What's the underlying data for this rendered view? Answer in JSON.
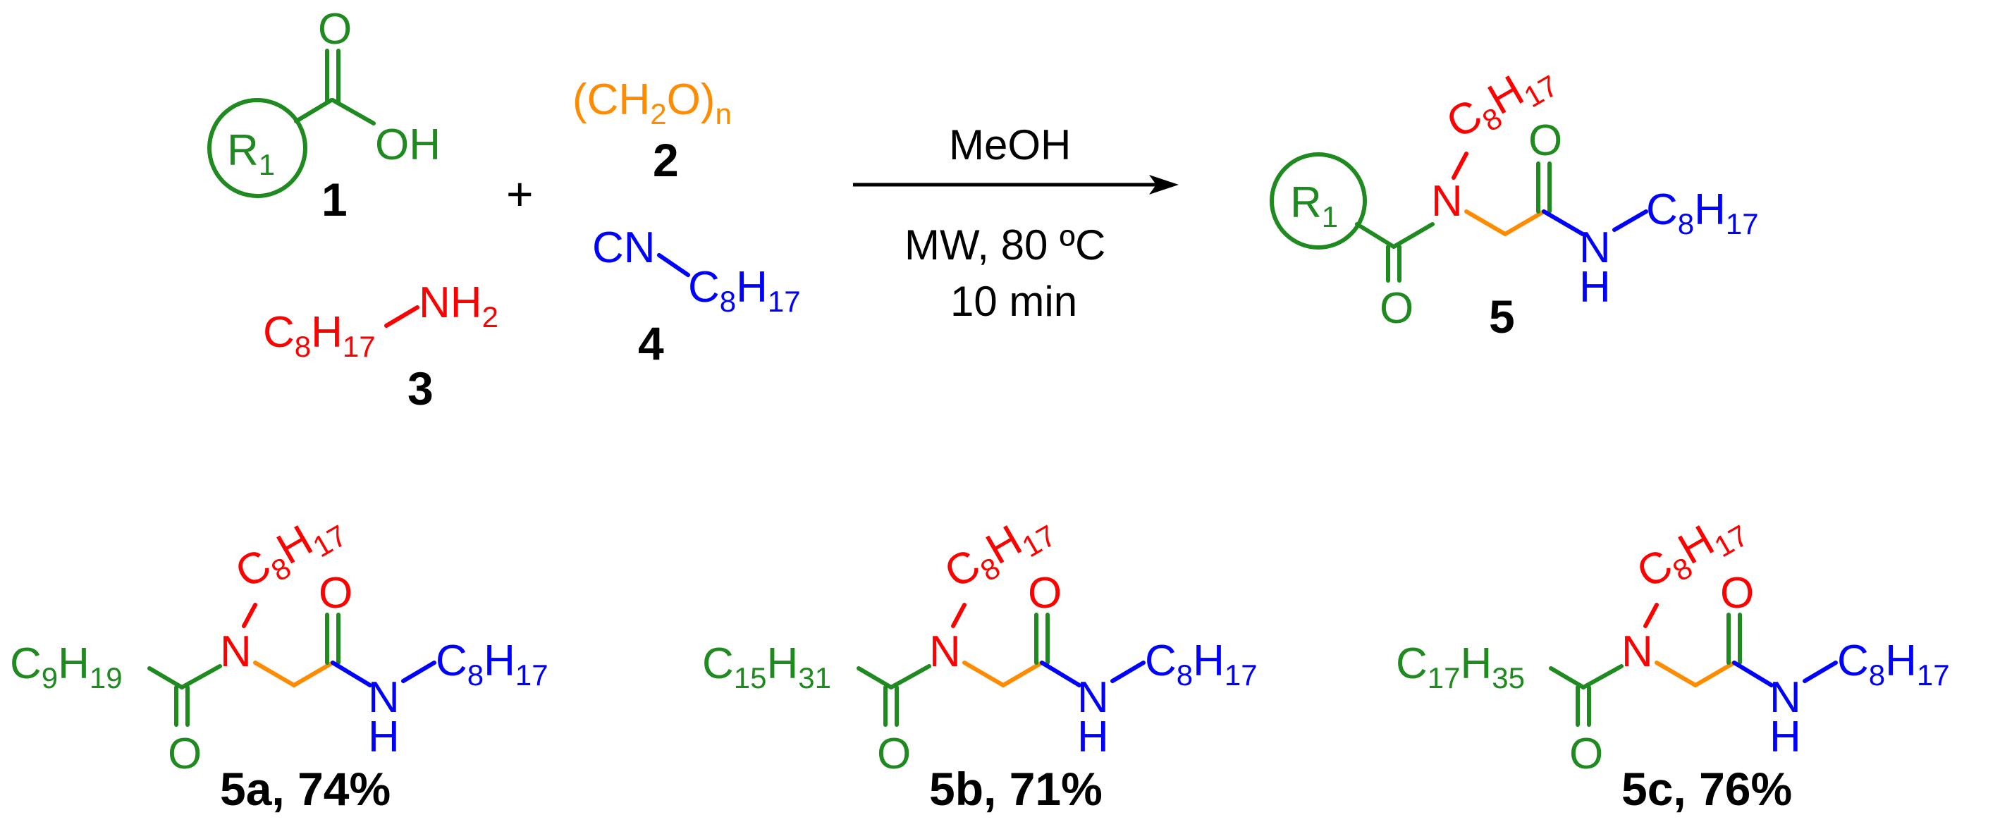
{
  "colors": {
    "acid": "#1f8a1f",
    "amine": "#ff0000",
    "aldehyde": "#ff8c00",
    "isocyanide": "#0000ff",
    "linker": "#ff8c00",
    "text": "#000000"
  },
  "reactants": {
    "acid": {
      "ring_label": "R",
      "ring_sub": "1",
      "oh_label": "OH",
      "o_label": "O",
      "number": "1"
    },
    "plus": "+",
    "aldehyde": {
      "formula_open": "(CH",
      "formula_sub2": "2",
      "formula_mid": "O)",
      "formula_subn": "n",
      "number": "2"
    },
    "amine": {
      "r_main": "C",
      "r_sub1": "8",
      "r_h": "H",
      "r_sub2": "17",
      "nh": "NH",
      "nh_sub": "2",
      "number": "3"
    },
    "isocyanide": {
      "cn": "CN",
      "r_main": "C",
      "r_sub1": "8",
      "r_h": "H",
      "r_sub2": "17",
      "number": "4"
    }
  },
  "conditions": {
    "above_arrow": "MeOH",
    "below_line1": "MW, 80 ºC",
    "below_line2": "10 min"
  },
  "product": {
    "number": "5",
    "ring_label": "R",
    "ring_sub": "1",
    "n_label": "N",
    "o_label": "O",
    "nh_n": "N",
    "nh_h": "H",
    "c": "C",
    "c_sub": "8",
    "h": "H",
    "h_sub": "17"
  },
  "examples": [
    {
      "r_c": "C",
      "r_c_sub": "9",
      "r_h": "H",
      "r_h_sub": "19",
      "label": "5a, 74%"
    },
    {
      "r_c": "C",
      "r_c_sub": "15",
      "r_h": "H",
      "r_h_sub": "31",
      "label": "5b, 71%"
    },
    {
      "r_c": "C",
      "r_c_sub": "17",
      "r_h": "H",
      "r_h_sub": "35",
      "label": "5c, 76%"
    }
  ]
}
